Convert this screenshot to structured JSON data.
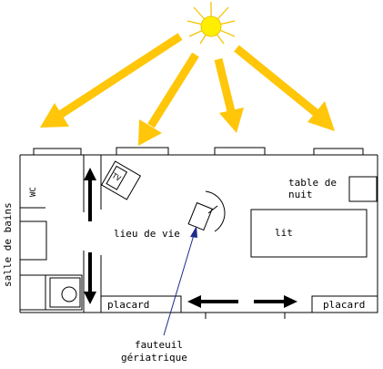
{
  "labels": {
    "salle_de_bains": "salle de bains",
    "wc": "WC",
    "lieu_de_vie": "lieu de vie",
    "lit": "lit",
    "table_de_nuit_line1": "table de",
    "table_de_nuit_line2": "nuit",
    "placard_left": "placard",
    "placard_right": "placard",
    "fauteuil_line1": "fauteuil",
    "fauteuil_line2": "gériatrique",
    "tv": "TV"
  },
  "colors": {
    "sun": "#ffee00",
    "sun_outline": "#e8c800",
    "sun_rays": "#f5c400",
    "light_arrows": "#ffc60a",
    "walls": "#000000",
    "pointer": "#1f2a8a"
  },
  "icons": {
    "sun": "sun-icon",
    "light_arrow": "arrow-down-icon",
    "movement_arrow": "arrow-icon"
  }
}
